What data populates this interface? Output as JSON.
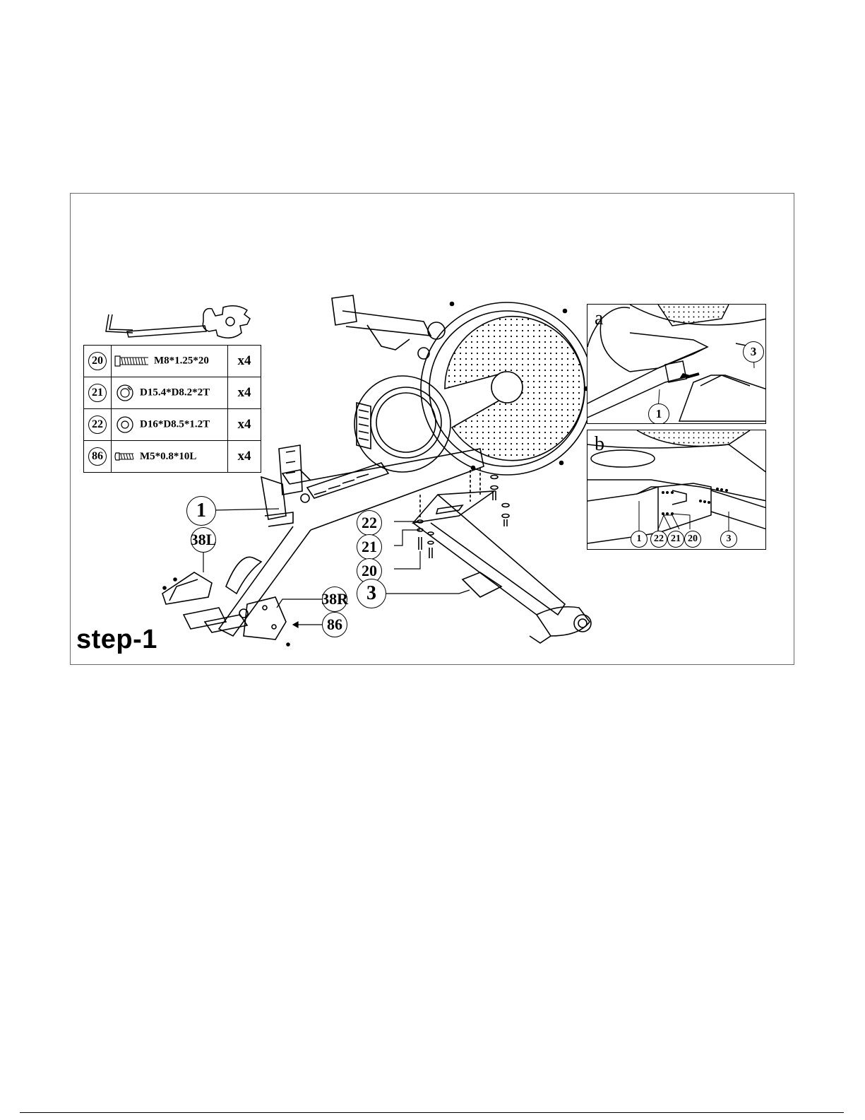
{
  "step": {
    "label": "step-1"
  },
  "parts": [
    {
      "num": "20",
      "spec": "M8*1.25*20",
      "qty": "x4",
      "icon": "bolt-icon"
    },
    {
      "num": "21",
      "spec": "D15.4*D8.2*2T",
      "qty": "x4",
      "icon": "split-washer-icon"
    },
    {
      "num": "22",
      "spec": "D16*D8.5*1.2T",
      "qty": "x4",
      "icon": "flat-washer-icon"
    },
    {
      "num": "86",
      "spec": "M5*0.8*10L",
      "qty": "x4",
      "icon": "screw-icon"
    }
  ],
  "tools": [
    "allen-key-icon",
    "combination-wrench-icon"
  ],
  "callouts": {
    "frame": "1",
    "cover_left": "38L",
    "cover_right": "38R",
    "screw": "86",
    "washer_flat": "22",
    "washer_split": "21",
    "bolt": "20",
    "stabilizer": "3"
  },
  "inset_a": {
    "letter": "a",
    "frame": "1",
    "stabilizer": "3"
  },
  "inset_b": {
    "letter": "b",
    "labels": [
      "1",
      "22",
      "21",
      "20",
      "3"
    ]
  }
}
